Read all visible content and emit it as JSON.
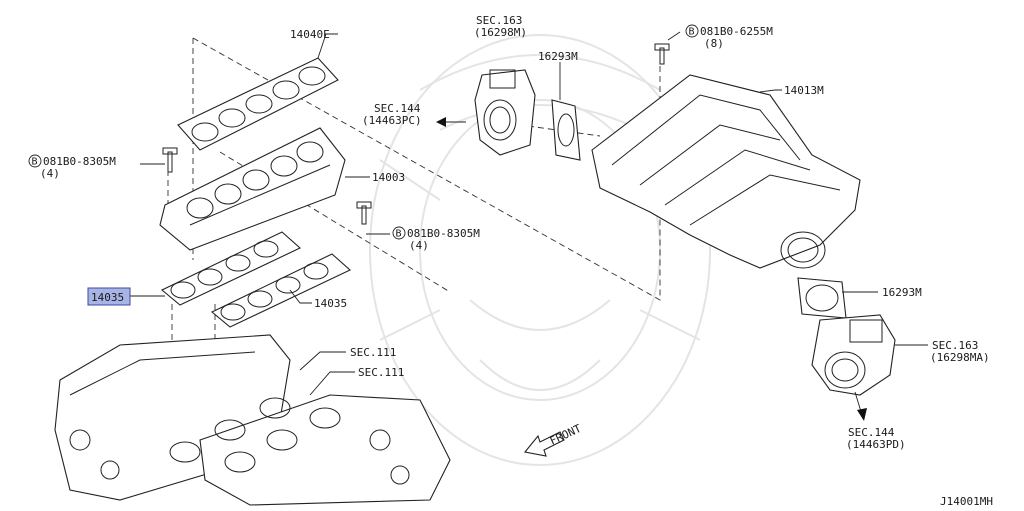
{
  "diagram_code": "J14001MH",
  "labels": {
    "p14040e": "14040E",
    "p14003": "14003",
    "p14035_highlight": "14035",
    "p14035": "14035",
    "p14013m": "14013M",
    "p16293m_top": "16293M",
    "p16293m_right": "16293M",
    "sec163_top_a": "SEC.163",
    "sec163_top_b": "(16298M)",
    "sec144_left_a": "SEC.144",
    "sec144_left_b": "(14463PC)",
    "sec163_right_a": "SEC.163",
    "sec163_right_b": "(16298MA)",
    "sec144_bottom_a": "SEC.144",
    "sec144_bottom_b": "(14463PD)",
    "sec111_a": "SEC.111",
    "sec111_b": "SEC.111",
    "bolt_top_code": "081B0-6255M",
    "bolt_top_qty": "(8)",
    "bolt_left_code": "081B0-8305M",
    "bolt_left_qty": "(4)",
    "bolt_mid_code": "081B0-8305M",
    "bolt_mid_qty": "(4)",
    "bolt_prefix": "B",
    "front": "FRONT"
  }
}
